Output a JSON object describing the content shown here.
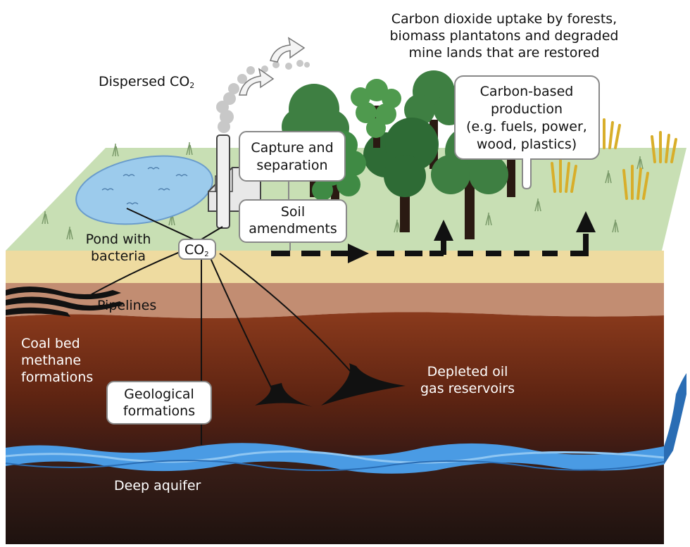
{
  "labels": {
    "forest_uptake": [
      "Carbon dioxide uptake by forests,",
      "biomass plantatons and degraded",
      "mine lands that are restored"
    ],
    "dispersed": "Dispersed CO",
    "dispersed_sub": "2",
    "pond": [
      "Pond with",
      "bacteria"
    ],
    "pipelines": "Pipelines",
    "coal_bed": [
      "Coal bed",
      "methane",
      "formations"
    ],
    "depleted": [
      "Depleted oil",
      "gas reservoirs"
    ],
    "deep_aquifer": "Deep aquifer"
  },
  "boxes": {
    "capture": [
      "Capture and",
      "separation"
    ],
    "soil": [
      "Soil",
      "amendments"
    ],
    "carbon_based": [
      "Carbon-based",
      "production",
      "(e.g. fuels, power,",
      "wood, plastics)"
    ],
    "geological": [
      "Geological",
      "formations"
    ],
    "co2": "CO",
    "co2_sub": "2"
  },
  "colors": {
    "grass": "#c8dfb4",
    "topsoil": "#eedba0",
    "clay": "#c28d72",
    "deep_rock": "#7a2f16",
    "bedrock": "#2a1714",
    "water": "#4a9be4",
    "pond": "#9ccbec",
    "tree_dark": "#2e6b35",
    "tree_light": "#4f9a4e",
    "crop": "#d8ae2a"
  }
}
